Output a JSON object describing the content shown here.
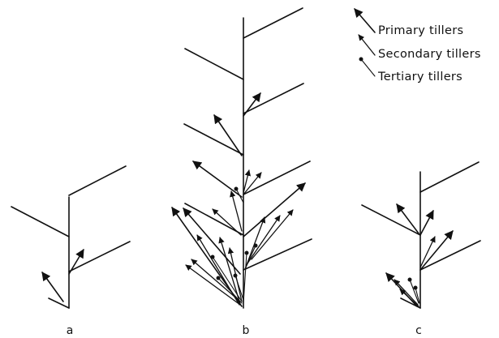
{
  "legend": {
    "items": [
      {
        "label": "Primary tillers",
        "marker": "large-arrowhead"
      },
      {
        "label": "Secondary tillers",
        "marker": "small-arrowhead"
      },
      {
        "label": "Tertiary tillers",
        "marker": "dot"
      }
    ]
  },
  "panels": [
    {
      "label": "a"
    },
    {
      "label": "b"
    },
    {
      "label": "c"
    }
  ],
  "colors": {
    "ink": "#111111",
    "background": "#ffffff"
  }
}
